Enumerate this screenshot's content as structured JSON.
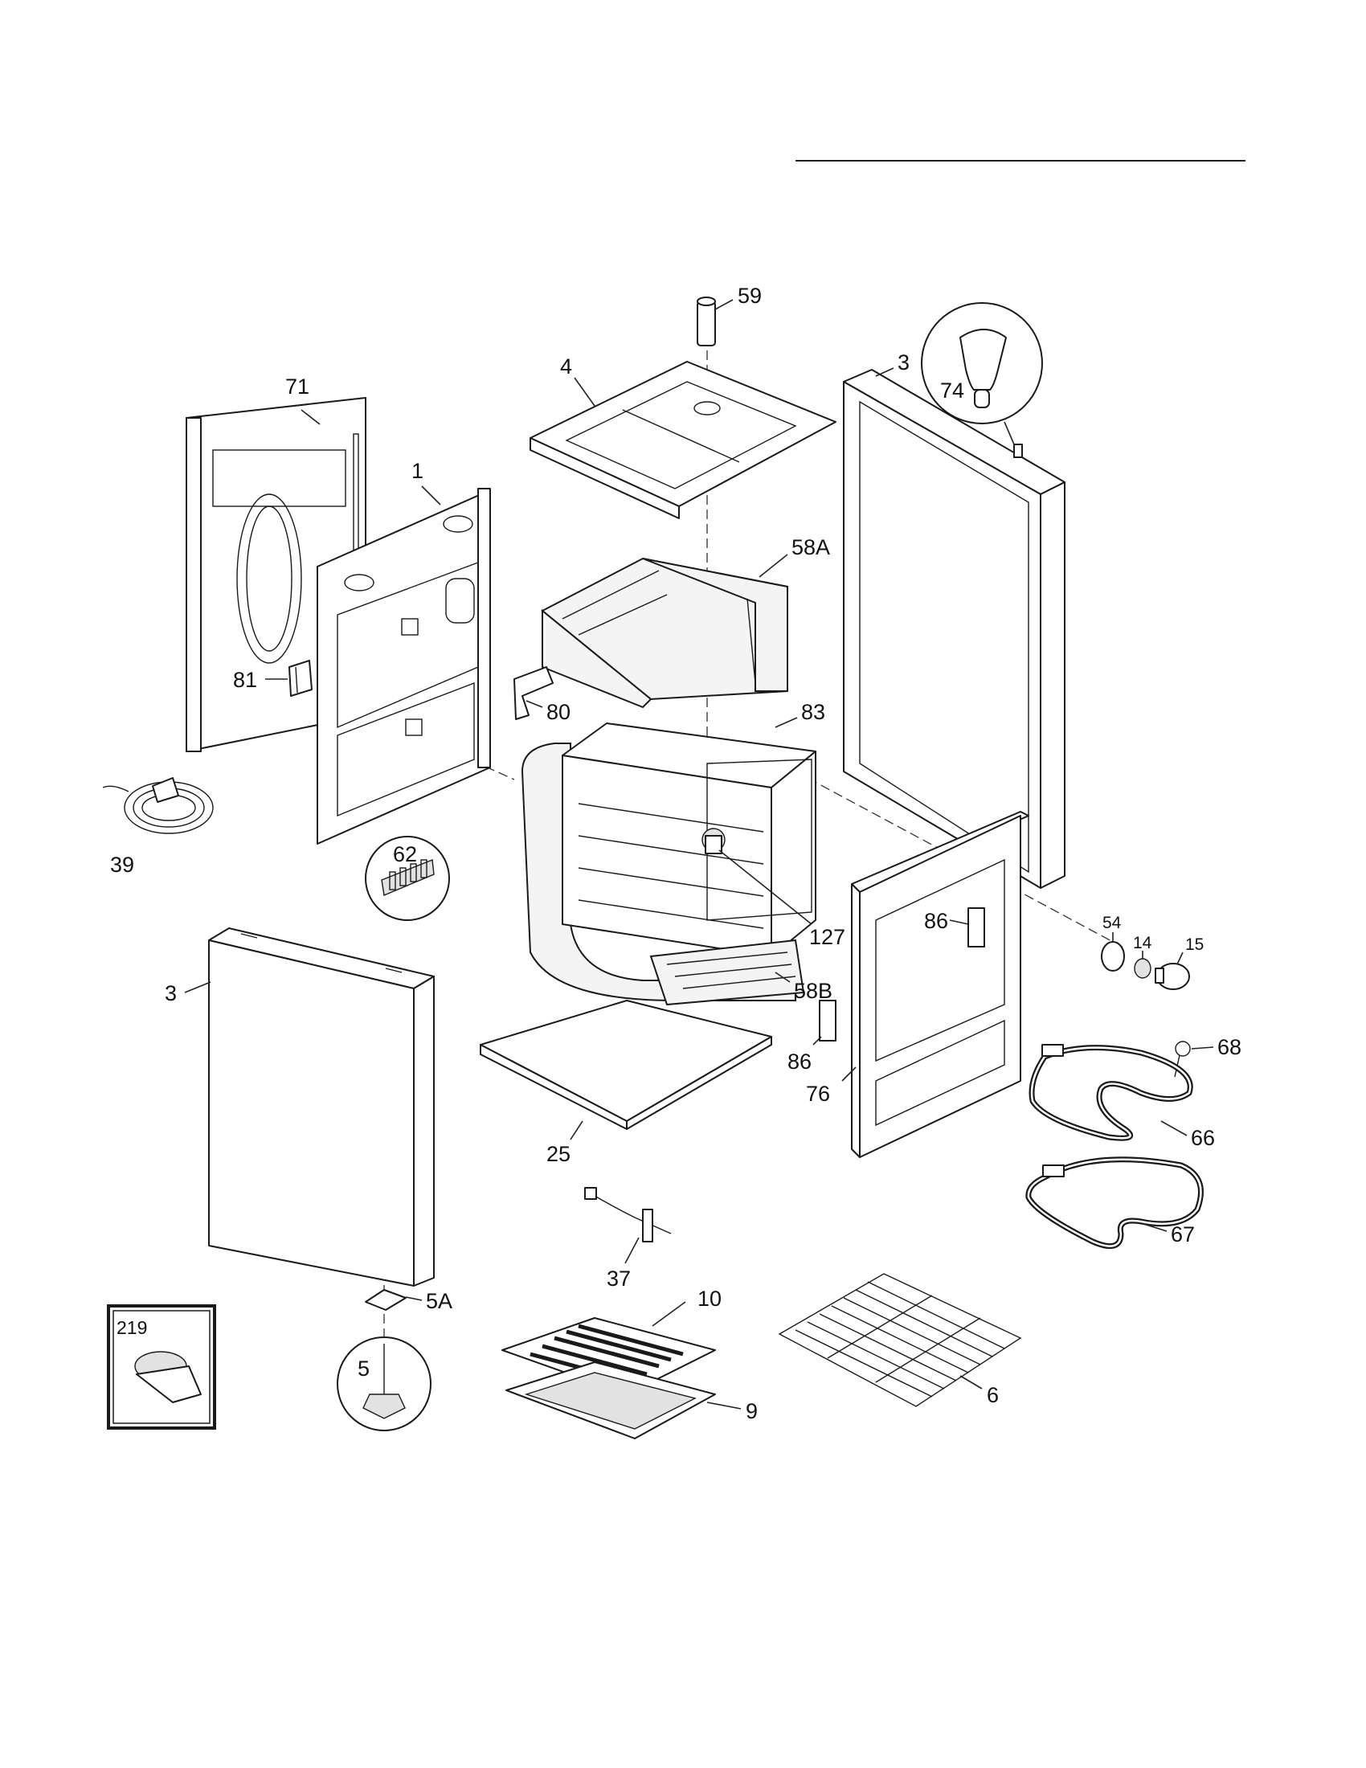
{
  "labels": {
    "l59": "59",
    "l4": "4",
    "l3_top": "3",
    "l74": "74",
    "l71": "71",
    "l1": "1",
    "l58A": "58A",
    "l81": "81",
    "l80": "80",
    "l83": "83",
    "l39": "39",
    "l62": "62",
    "l127": "127",
    "l86_upper": "86",
    "l54": "54",
    "l14": "14",
    "l15": "15",
    "l3_left": "3",
    "l58B": "58B",
    "l86_lower": "86",
    "l76": "76",
    "l68": "68",
    "l66": "66",
    "l25": "25",
    "l67": "67",
    "l37": "37",
    "l5A": "5A",
    "l10": "10",
    "l219": "219",
    "l5": "5",
    "l9": "9",
    "l6": "6"
  }
}
